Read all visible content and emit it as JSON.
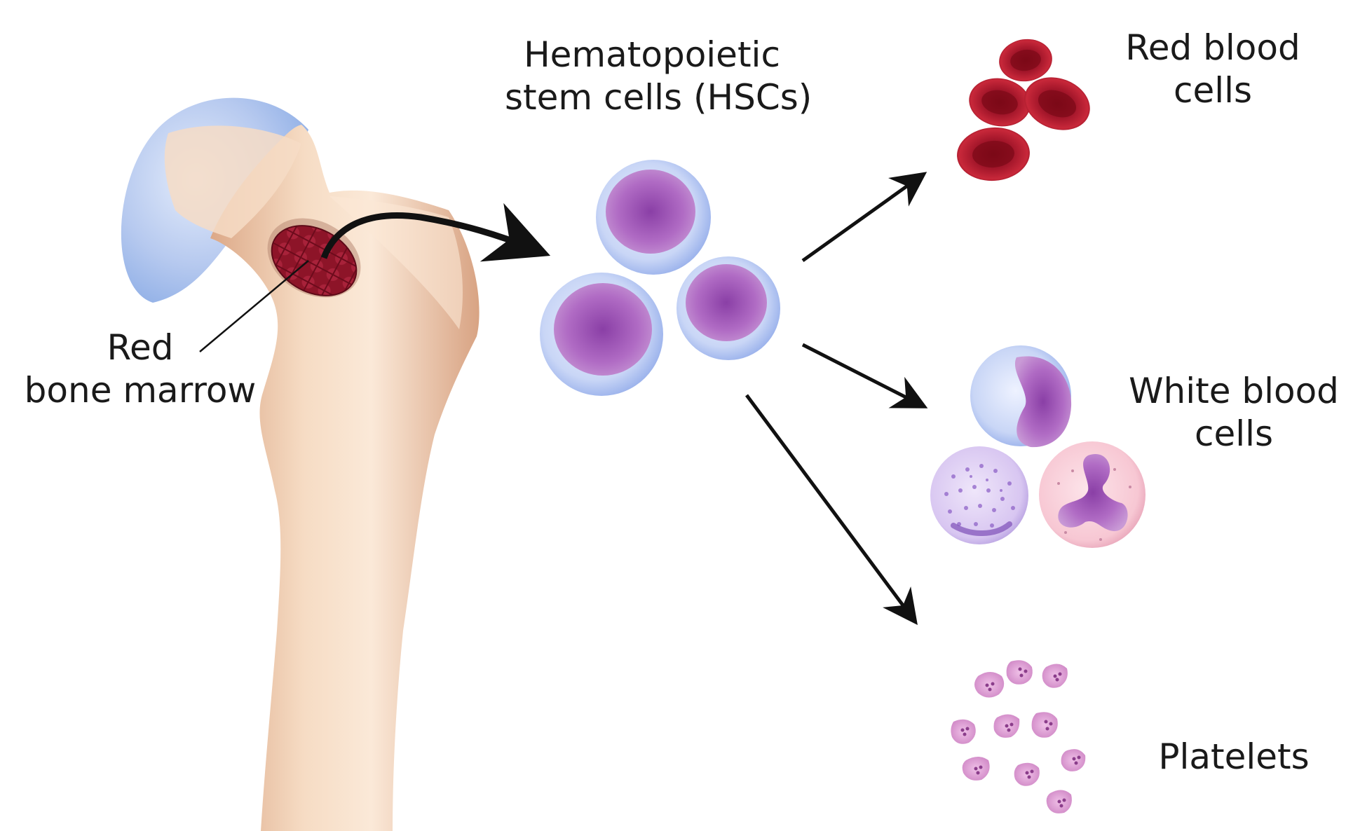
{
  "labels": {
    "hsc_line1": "Hematopoietic",
    "hsc_line2": "stem cells (HSCs)",
    "rbc_line1": "Red blood",
    "rbc_line2": "cells",
    "wbc_line1": "White blood",
    "wbc_line2": "cells",
    "platelets": "Platelets",
    "marrow_line1": "Red",
    "marrow_line2": "bone marrow"
  },
  "colors": {
    "bone": "#f3d3b8",
    "bone_shadow": "#d9a988",
    "cartilage": "#b8cdf0",
    "marrow": "#8a1226",
    "rbc": "#b5192b",
    "hsc_membrane": "#b9c9f2",
    "hsc_nucleus": "#a25ab8",
    "platelet": "#d99ad2",
    "arrow": "#111111"
  }
}
